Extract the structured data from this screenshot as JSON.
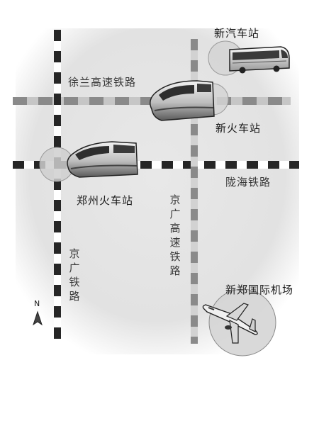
{
  "labels": {
    "xinqiche_zhan": "新汽车站",
    "xulan_rail": "徐兰高速铁路",
    "xinhuoche_zhan": "新火车站",
    "longhai_rail": "陇海铁路",
    "zhengzhou_station": "郑州火车站",
    "jingguang_hsr": "京广高速铁路",
    "jingguang_rail": "京广铁路",
    "airport": "新郑国际机场",
    "north": "N"
  },
  "icons": {
    "bus": "bus-icon",
    "train": "high-speed-train-icon",
    "plane": "airplane-icon",
    "compass": "north-arrow-icon"
  },
  "colors": {
    "background_shade": "#e4e4e4",
    "rail_dark": "#2b2b2b",
    "rail_light": "#ffffff",
    "highway_dash": "#9a9a9a",
    "circle_fill": "#d9d9d9"
  }
}
